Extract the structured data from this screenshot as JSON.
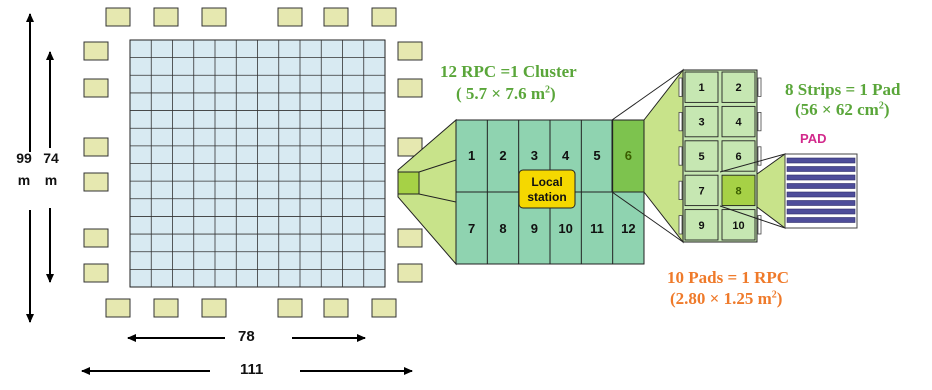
{
  "dimensions": {
    "vertical_outer": [
      "99",
      "m"
    ],
    "vertical_inner": [
      "74",
      "m"
    ],
    "horizontal_inner": "78",
    "horizontal_outer": "111"
  },
  "cluster": {
    "caption_line1": "12 RPC =1 Cluster",
    "caption_line2_base": "( 5.7 × 7.6 m",
    "caption_line2_sup": "2",
    "caption_line2_end": ")",
    "top_row": [
      "1",
      "2",
      "3",
      "4",
      "5",
      "6"
    ],
    "bottom_row": [
      "7",
      "8",
      "9",
      "10",
      "11",
      "12"
    ],
    "local_station_line1": "Local",
    "local_station_line2": "station"
  },
  "rpc": {
    "pads": [
      "1",
      "2",
      "3",
      "4",
      "5",
      "6",
      "7",
      "8",
      "9",
      "10"
    ],
    "caption_line1": "10 Pads = 1 RPC",
    "caption_line2_base": "(2.80 × 1.25 m",
    "caption_line2_sup": "2",
    "caption_line2_end": ")"
  },
  "pad": {
    "caption_line1": "8 Strips = 1 Pad",
    "caption_line2_base": "(56 × 62 cm",
    "caption_line2_sup": "2",
    "caption_line2_end": ")",
    "label": "PAD",
    "strip_count": 8
  },
  "colors": {
    "grid_fill": "#d8eaf2",
    "station_fill": "#e6e8b0",
    "cluster_fill": "#8fd3b0",
    "rpc_fill": "#c6e7b2",
    "funnel_fill": "#c8e38a",
    "strip_fill": "#4e4d9a",
    "caption_green": "#5aa63a",
    "caption_orange": "#ef7a2a",
    "pad_label": "#d2298b"
  }
}
